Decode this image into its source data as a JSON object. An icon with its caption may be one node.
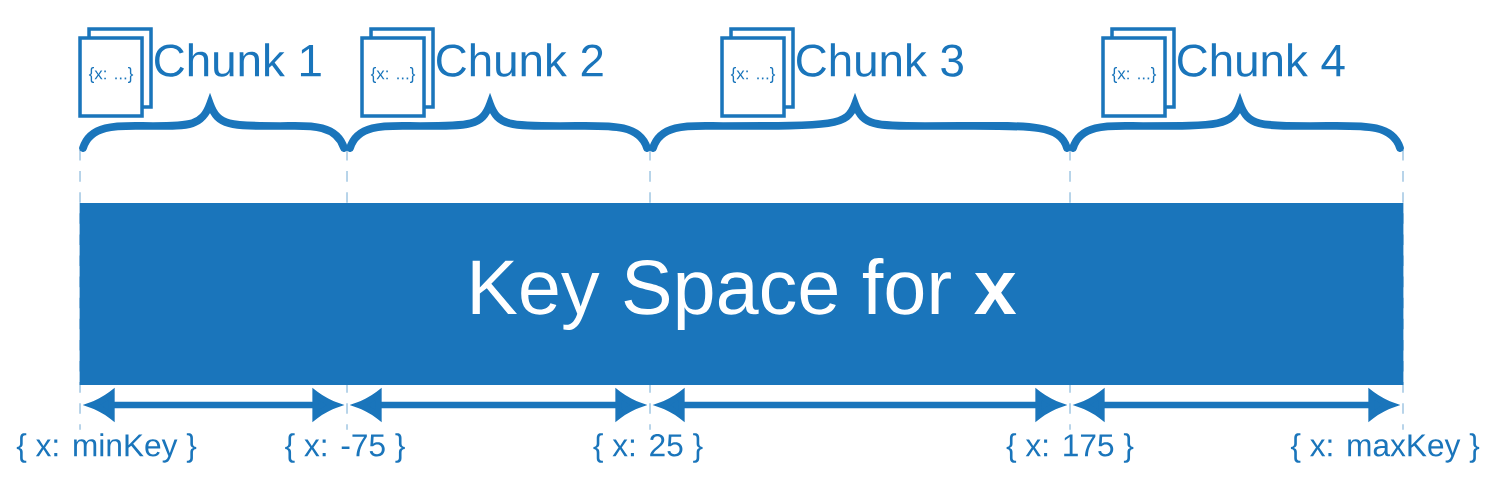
{
  "diagram": {
    "nodes": [
      {
        "text": [
          "{x: ...}"
        ],
        "beside": [
          "Chunk 1"
        ]
      },
      {
        "text": [
          "{x: ...}"
        ],
        "beside": [
          "Chunk 2"
        ]
      },
      {
        "text": [
          "{x: ...}"
        ],
        "beside": [
          "Chunk 3"
        ]
      },
      {
        "text": [
          "{x: ...}"
        ],
        "beside": [
          "Chunk 4"
        ]
      },
      {
        "text": [
          "Key Space for **x**"
        ]
      }
    ],
    "labels": [
      "{ x: minKey }",
      "{ x: -75 }",
      "{ x: 25 }",
      "{ x: 175 }",
      "{ x: maxKey }"
    ]
  }
}
